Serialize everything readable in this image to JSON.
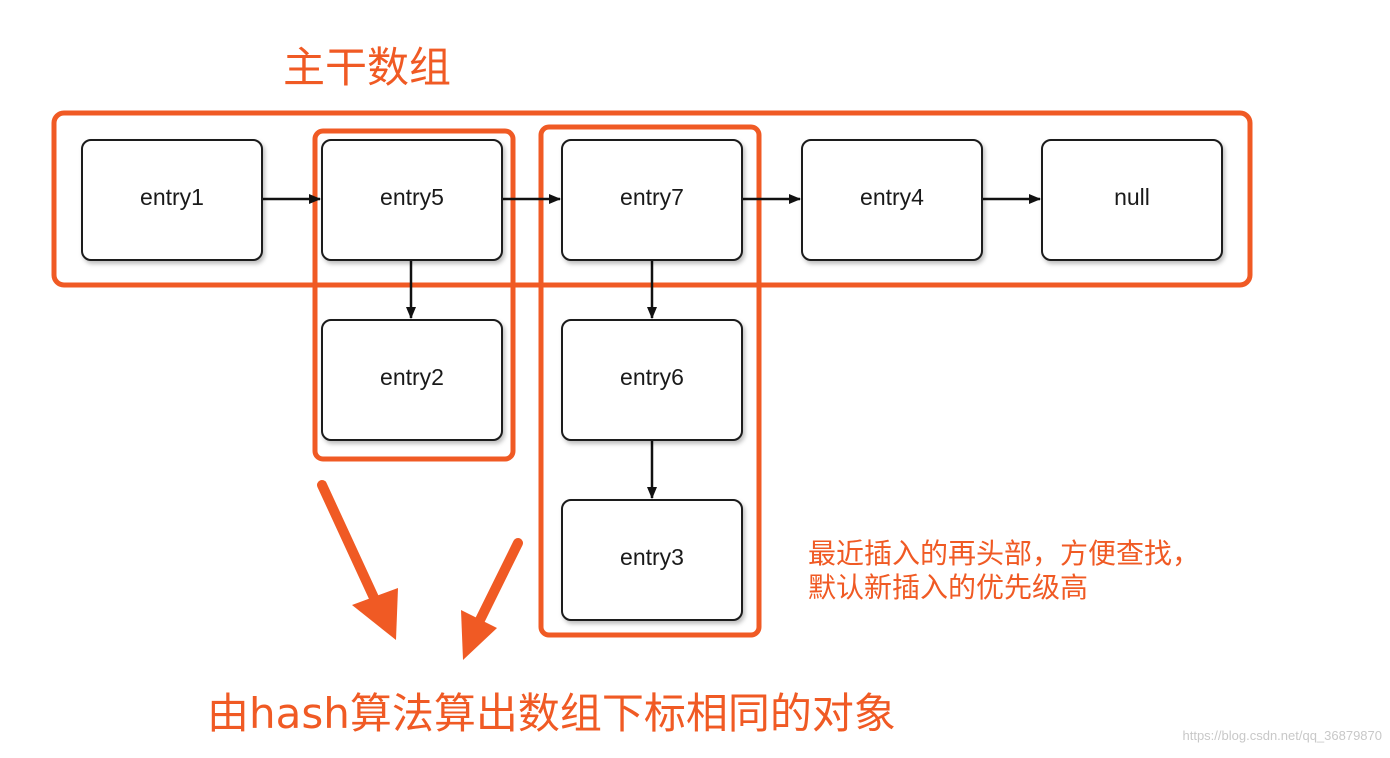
{
  "title": "主干数组",
  "caption": "由hash算法算出数组下标相同的对象",
  "note": {
    "line1": "最近插入的再头部，方便查找，",
    "line2": "默认新插入的优先级高"
  },
  "watermark": "https://blog.csdn.net/qq_36879870",
  "nodes": {
    "entry1": "entry1",
    "entry5": "entry5",
    "entry7": "entry7",
    "entry4": "entry4",
    "null": "null",
    "entry2": "entry2",
    "entry6": "entry6",
    "entry3": "entry3"
  },
  "colors": {
    "highlight": "#f05a24",
    "node_border": "#1a1a1a",
    "arrow": "#111111"
  }
}
